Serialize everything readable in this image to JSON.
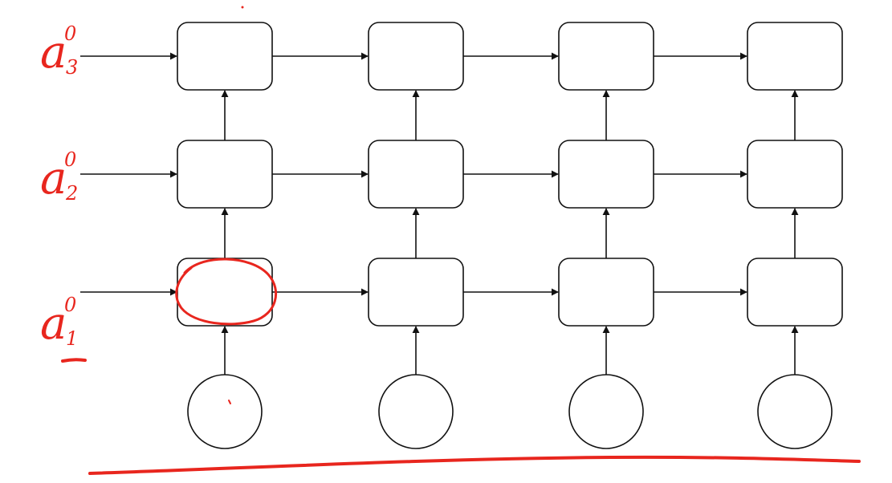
{
  "diagram": {
    "type": "stacked-recurrent-grid",
    "layers": 3,
    "timesteps": 4,
    "input_nodes": 4,
    "colors": {
      "ink": "#111111",
      "annotation": "#e8261e"
    },
    "row_labels": [
      {
        "base": "a",
        "superscript": "0",
        "subscript": "3"
      },
      {
        "base": "a",
        "superscript": "0",
        "subscript": "2"
      },
      {
        "base": "a",
        "superscript": "0",
        "subscript": "1"
      }
    ],
    "annotations": [
      {
        "kind": "circle",
        "target": "layer-1-step-1"
      },
      {
        "kind": "underline",
        "target": "input-row"
      }
    ]
  }
}
